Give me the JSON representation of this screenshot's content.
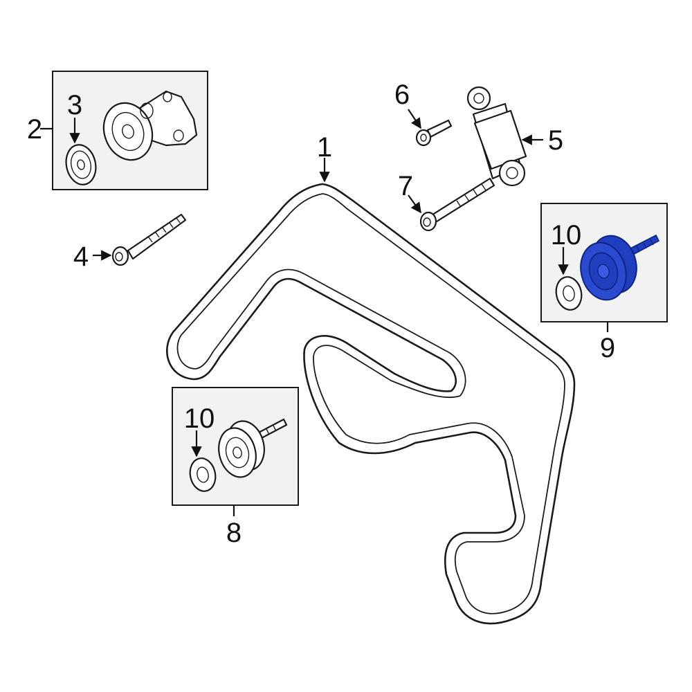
{
  "callouts": {
    "c1": "1",
    "c2": "2",
    "c3": "3",
    "c4": "4",
    "c5": "5",
    "c6": "6",
    "c7": "7",
    "c8": "8",
    "c9": "9",
    "c10_right": "10",
    "c10_left": "10"
  },
  "colors": {
    "highlight": "#1f3fbf",
    "highlight_dark": "#0e2480",
    "line": "#1a1a1a",
    "box_fill": "#f2f2f2"
  }
}
